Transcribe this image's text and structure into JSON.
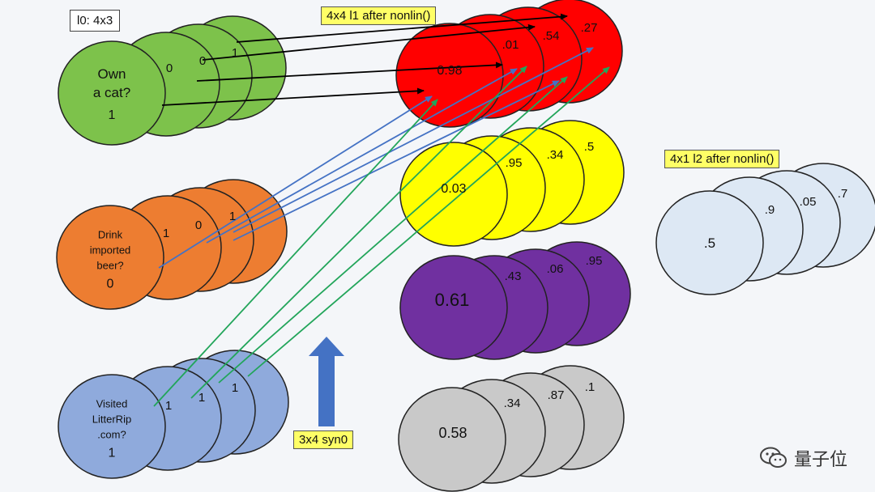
{
  "labels": {
    "l0": "l0: 4x3",
    "l1": "4x4 l1 after nonlin()",
    "l2": "4x1 l2 after nonlin()",
    "syn0": "3x4 syn0"
  },
  "inputs": [
    {
      "color": "#7dc24b",
      "front_lines": [
        "Own",
        "a cat?",
        "1"
      ],
      "back_values": [
        "0",
        "0",
        "1"
      ]
    },
    {
      "color": "#ed7d31",
      "front_lines": [
        "Drink",
        "imported",
        "beer?",
        "0"
      ],
      "back_values": [
        "1",
        "0",
        "1"
      ]
    },
    {
      "color": "#8faadc",
      "front_lines": [
        "Visited",
        "LitterRip",
        ".com?",
        "1"
      ],
      "back_values": [
        "1",
        "1",
        "1"
      ]
    }
  ],
  "hidden": [
    {
      "color": "#ff0000",
      "front_value": "0.98",
      "back_values": [
        ".01",
        ".54",
        ".27"
      ]
    },
    {
      "color": "#ffff00",
      "front_value": "0.03",
      "back_values": [
        ".95",
        ".34",
        ".5"
      ]
    },
    {
      "color": "#7030a0",
      "front_value": "0.61",
      "back_values": [
        ".43",
        ".06",
        ".95"
      ]
    },
    {
      "color": "#c9c9c9",
      "front_value": "0.58",
      "back_values": [
        ".34",
        ".87",
        ".1"
      ]
    }
  ],
  "output": {
    "color": "#dde8f4",
    "front_value": ".5",
    "back_values": [
      ".9",
      ".05",
      ".7"
    ]
  },
  "connections": {
    "black": "#000000",
    "blue": "#4472c4",
    "green": "#22a55a",
    "arrow": "#4472c4"
  },
  "watermark": "量子位"
}
